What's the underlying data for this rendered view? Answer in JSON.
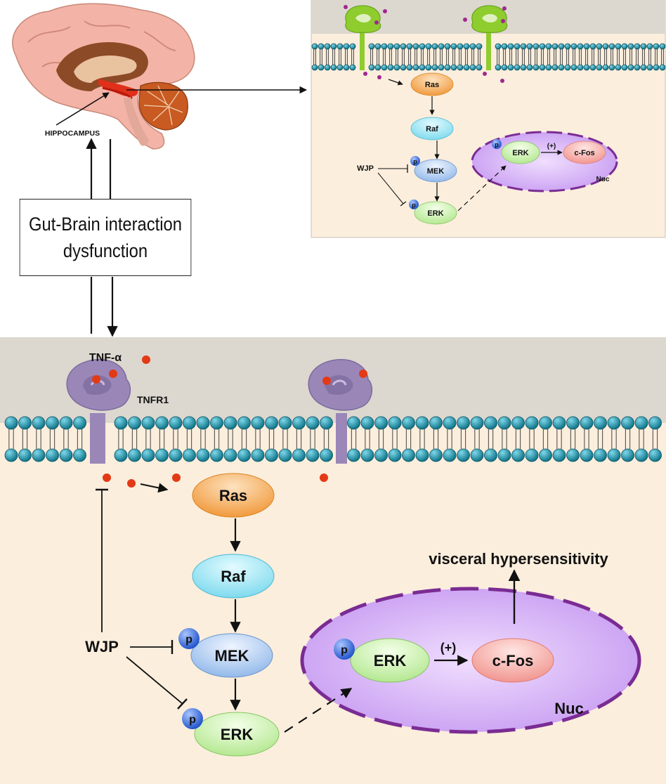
{
  "brain": {
    "label": "HIPPOCAMPUS"
  },
  "box": {
    "line1": "Gut-Brain interaction",
    "line2": "dysfunction"
  },
  "top": {
    "ras": "Ras",
    "raf": "Raf",
    "mek": "MEK",
    "erk": "ERK",
    "nuc_erk": "ERK",
    "cfos": "c-Fos",
    "plus": "(+)",
    "nuc": "Nuc",
    "wjp": "WJP",
    "p": "p"
  },
  "bottom": {
    "tnf": "TNF-α",
    "tnfr1": "TNFR1",
    "ras": "Ras",
    "raf": "Raf",
    "mek": "MEK",
    "erk": "ERK",
    "nuc_erk": "ERK",
    "cfos": "c-Fos",
    "plus": "(+)",
    "nuc": "Nuc",
    "wjp": "WJP",
    "p": "p",
    "outcome": "visceral hypersensitivity"
  },
  "colors": {
    "extracellular": "#dcd7cf",
    "cytoplasm": "#fbeedd",
    "ras": "#f4a64a",
    "raf": "#8fe3f1",
    "mek": "#a9cbf0",
    "erk": "#c9f0ad",
    "cfos": "#f6a9a4",
    "nucleus": "#d9b4f7",
    "nucleus_border": "#7a2c93",
    "phospho": "#3d6fe0",
    "tnf": "#e33a16",
    "ligand_top": "#a0288e",
    "lipid_head": "#1a8ea6",
    "receptor_bottom": "#9a87b8",
    "receptor_top": "#8fcc2e"
  }
}
